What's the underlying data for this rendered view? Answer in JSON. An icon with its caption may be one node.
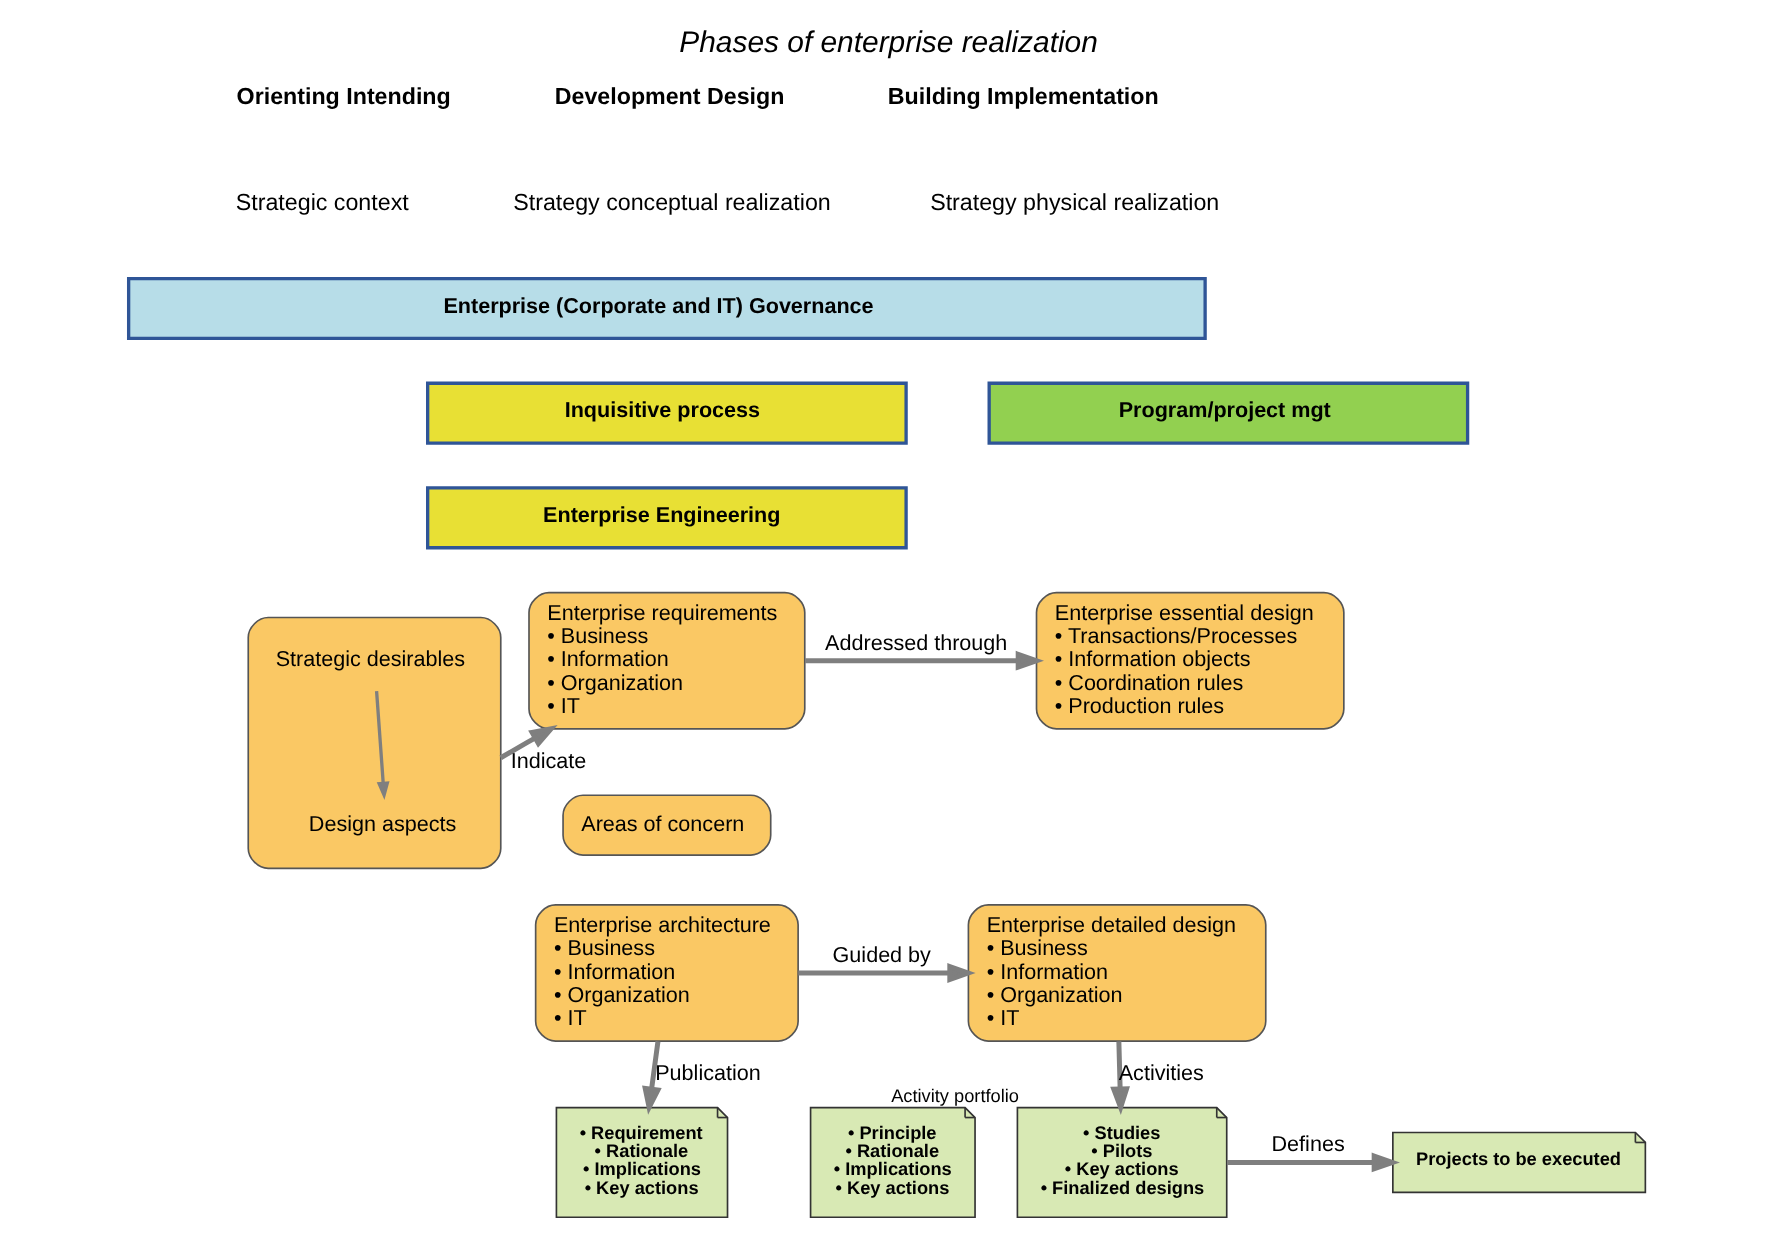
{
  "diagram": {
    "title": "Phases of enterprise realization",
    "nodes": [
      {
        "text": [
          "Enterprise (Corporate and IT) Governance"
        ]
      },
      {
        "text": [
          "Inquisitive process"
        ]
      },
      {
        "text": [
          "Program/project mgt"
        ]
      },
      {
        "text": [
          "Enterprise Engineering"
        ]
      },
      {
        "text": [],
        "shape": "box"
      },
      {
        "text": [
          "Strategic desirables"
        ],
        "in": 4
      },
      {
        "text": [
          "Design aspects"
        ],
        "in": 4
      },
      {
        "text": [
          "Enterprise requirements",
          "• Business",
          "• Information",
          "• Organization",
          "• IT"
        ]
      },
      {
        "text": [
          "Areas of concern"
        ]
      },
      {
        "text": [
          "Enterprise architecture",
          "• Business",
          "• Information",
          "• Organization",
          "• IT"
        ]
      },
      {
        "text": [
          "Enterprise essential design",
          "• Transactions/Processes",
          "• Information objects",
          "• Coordination rules",
          "• Production rules"
        ]
      },
      {
        "text": [
          "Enterprise detailed design",
          "• Business",
          "• Information",
          "• Organization",
          "• IT"
        ]
      },
      {
        "text": [
          "• Requirement",
          "• Rationale",
          "• Implications",
          "• Key actions"
        ]
      },
      {
        "text": [
          "• Principle",
          "• Rationale",
          "• Implications",
          "• Key actions"
        ]
      },
      {
        "text": [
          "• Studies",
          "• Pilots",
          "• Key actions",
          "• Finalized designs"
        ],
        "beside": [
          "Activity portfolio"
        ]
      },
      {
        "text": [
          "Projects to be executed"
        ]
      }
    ],
    "edges": [
      {
        "from": 5,
        "to": 6,
        "arrow": "to"
      },
      {
        "from": 4,
        "to": 7,
        "arrow": "to",
        "label": "Indicate"
      },
      {
        "from": 7,
        "to": 10,
        "arrow": "to",
        "label": "Addressed through"
      },
      {
        "from": 9,
        "to": 11,
        "arrow": "to",
        "label": "Guided by"
      },
      {
        "from": 9,
        "to": 12,
        "arrow": "to",
        "label": "Publication"
      },
      {
        "from": 11,
        "to": 14,
        "arrow": "to",
        "label": "Activities"
      },
      {
        "from": 14,
        "to": 15,
        "arrow": "to",
        "label": "Defines"
      }
    ],
    "labels": [
      "Orienting Intending",
      "Development Design",
      "Building Implementation",
      "Strategic context",
      "Strategy conceptual realization",
      "Strategy physical realization"
    ]
  }
}
